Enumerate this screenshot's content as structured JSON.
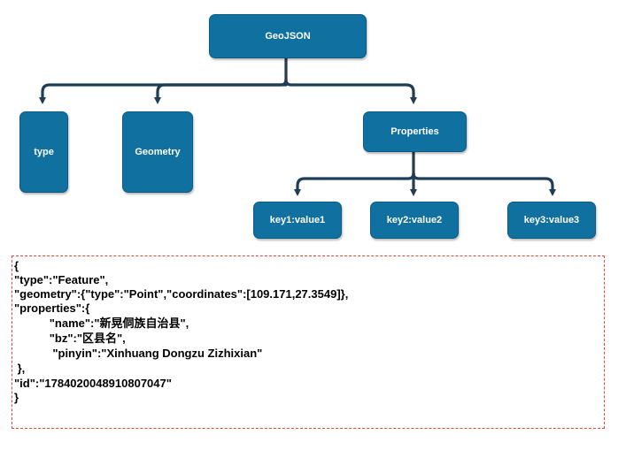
{
  "diagram": {
    "root": "GeoJSON",
    "children": {
      "type": "type",
      "geometry": "Geometry",
      "properties": "Properties"
    },
    "properties_children": [
      "key1:value1",
      "key2:value2",
      "key3:value3"
    ]
  },
  "json_example": {
    "lines": [
      "{",
      "\"type\":\"Feature\",",
      "\"geometry\":{\"type\":\"Point\",\"coordinates\":[109.171,27.3549]},",
      "\"properties\":{",
      "           \"name\":\"新晃侗族自治县\",",
      "           \"bz\":\"区县名\",",
      "            \"pinyin\":\"Xinhuang Dongzu Zizhixian\"",
      " },",
      "\"id\":\"1784020048910807047\"",
      "}"
    ]
  },
  "colors": {
    "node_fill": "#10709f",
    "connector": "#1f3d55",
    "dashed_border": "#e8443c"
  }
}
